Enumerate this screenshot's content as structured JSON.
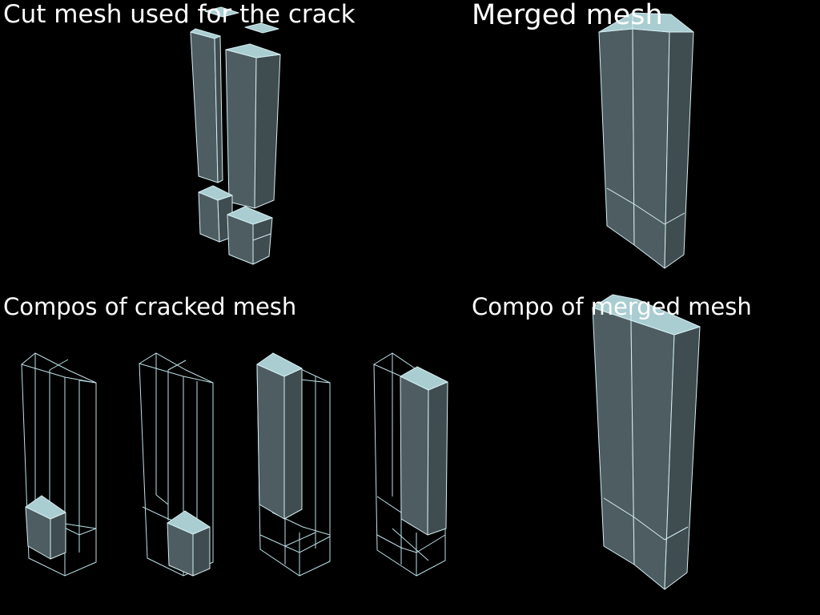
{
  "labels": {
    "top_left": "Cut mesh used for the crack",
    "top_right": "Merged mesh",
    "bottom_left": "Compos of cracked mesh",
    "bottom_right": "Compo of merged mesh"
  },
  "colors": {
    "background": "#000000",
    "face": "#4d5d61",
    "face_top": "#a9cdd1",
    "edge": "#d6eef2",
    "wire": "#bde2e8"
  }
}
